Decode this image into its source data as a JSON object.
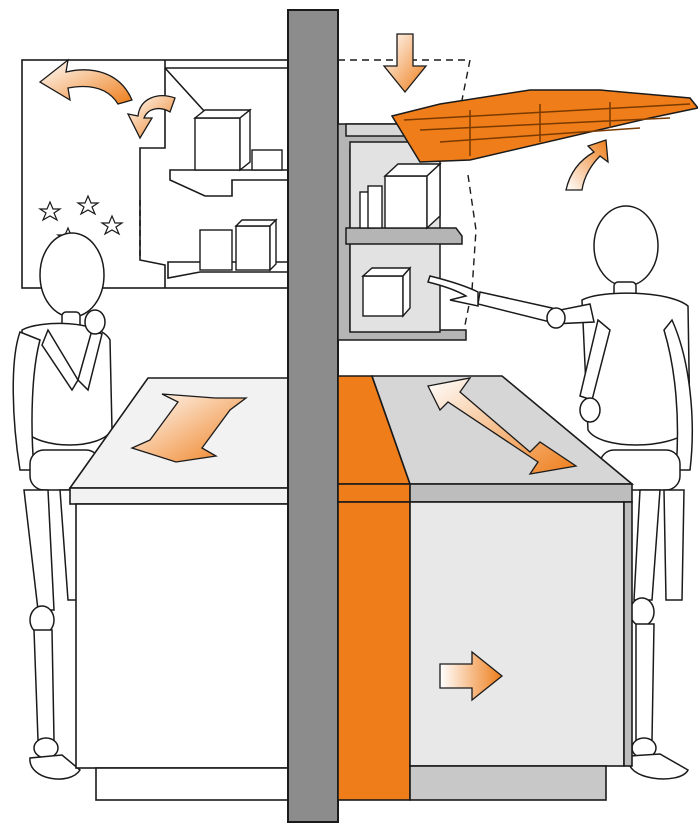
{
  "colors": {
    "accent": "#ee7d1a",
    "accent_light": "#fbd2a8",
    "wall": "#8c8c8c",
    "counter_top": "#d6d6d6",
    "counter_front": "#e8e8e8",
    "shelf_gray": "#b5b5b5",
    "outline": "#1a1a1a",
    "background": "#ffffff"
  },
  "scene": {
    "left_side": {
      "figure": "person-confused-with-stars",
      "wall_cabinet": "upper-cabinet-door-swing-open",
      "counter": "standard-counter",
      "arrows": [
        "curved-arrow-door-swing",
        "curved-arrow-small",
        "double-arrow-depth"
      ]
    },
    "right_side": {
      "figure": "person-reaching-shelf",
      "wall_cabinet": "lift-up-door-cabinet",
      "counter": "deep-counter-with-pull-out-front",
      "arrows": [
        "down-arrow-lift",
        "curved-arrow-lift-up",
        "double-arrow-depth-diagonal",
        "right-arrow-pull-out"
      ]
    }
  }
}
